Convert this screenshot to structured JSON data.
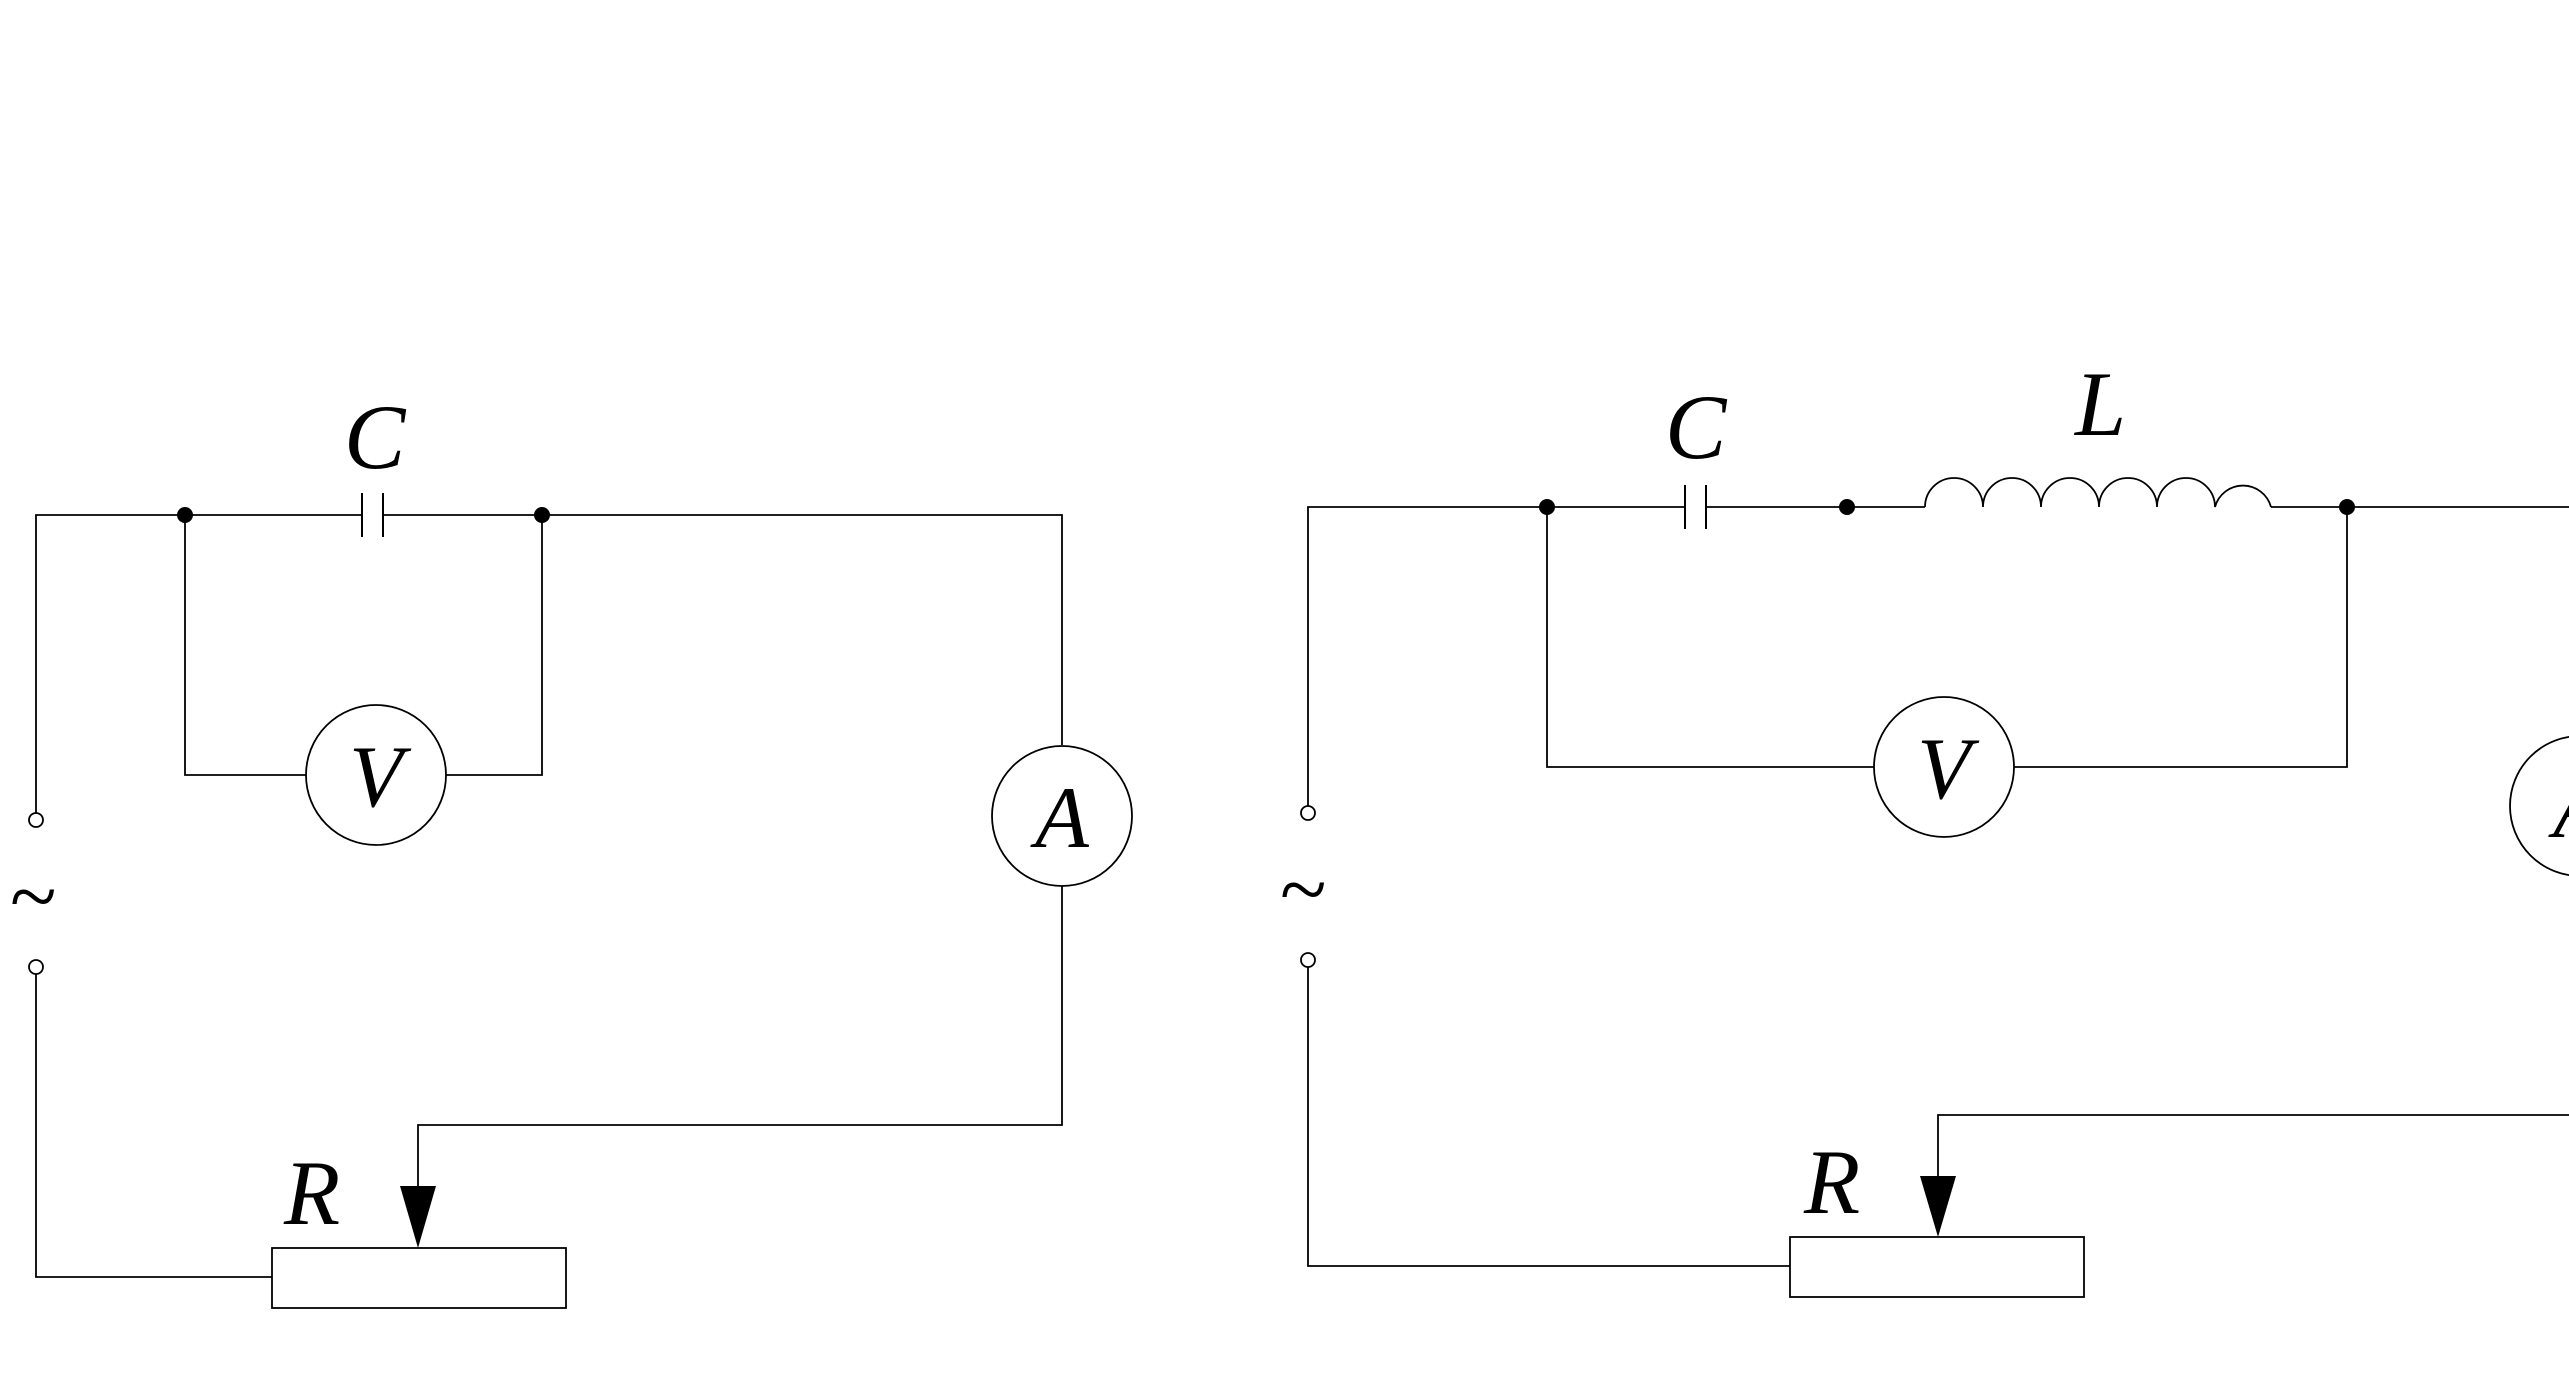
{
  "circuits": [
    {
      "source_symbol": "~",
      "capacitor_label": "C",
      "voltmeter_label": "V",
      "ammeter_label": "A",
      "rheostat_label": "R"
    },
    {
      "source_symbol": "~",
      "capacitor_label": "C",
      "inductor_label": "L",
      "voltmeter_label": "V",
      "ammeter_label": "A",
      "rheostat_label": "R"
    }
  ]
}
